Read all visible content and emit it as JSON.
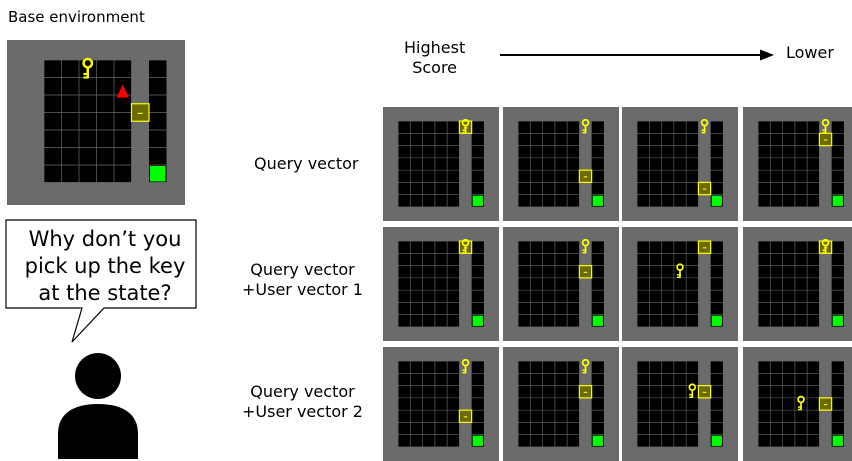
{
  "base": {
    "title": "Base environment",
    "grid": {
      "key": [
        2,
        0
      ],
      "agent": [
        5,
        2
      ],
      "door": [
        0,
        3
      ],
      "goal": [
        10,
        6
      ]
    }
  },
  "speech": {
    "text": "Why don’t you pick up the key at the state?"
  },
  "header": {
    "highest": "Highest",
    "score": "Score",
    "lower": "Lower"
  },
  "rows": [
    {
      "label_line1": "Query vector",
      "label_line2": "",
      "states": [
        {
          "key": [
            5,
            0
          ],
          "door": 0
        },
        {
          "key": [
            5,
            0
          ],
          "door": 4
        },
        {
          "key": [
            5,
            0
          ],
          "door": 5
        },
        {
          "key": [
            5,
            0
          ],
          "door": 1
        }
      ]
    },
    {
      "label_line1": "Query vector",
      "label_line2": "+User vector 1",
      "states": [
        {
          "key": [
            5,
            0
          ],
          "door": 0
        },
        {
          "key": [
            5,
            0
          ],
          "door": 2
        },
        {
          "key": [
            3,
            2
          ],
          "door": 0
        },
        {
          "key": [
            5,
            0
          ],
          "door": 0
        }
      ]
    },
    {
      "label_line1": "Query vector",
      "label_line2": "+User vector 2",
      "states": [
        {
          "key": [
            5,
            0
          ],
          "door": 4
        },
        {
          "key": [
            5,
            0
          ],
          "door": 2
        },
        {
          "key": [
            4,
            2
          ],
          "door": 2
        },
        {
          "key": [
            3,
            3
          ],
          "door": 3
        }
      ]
    }
  ],
  "colors": {
    "frame": "#6b6b6b",
    "cell": "#000000",
    "line": "#6a6a6a",
    "key": "#ffff00",
    "door_fill": "#6b6b00",
    "door_stroke": "#ffff00",
    "agent": "#ff0000",
    "goal": "#00ff00"
  }
}
